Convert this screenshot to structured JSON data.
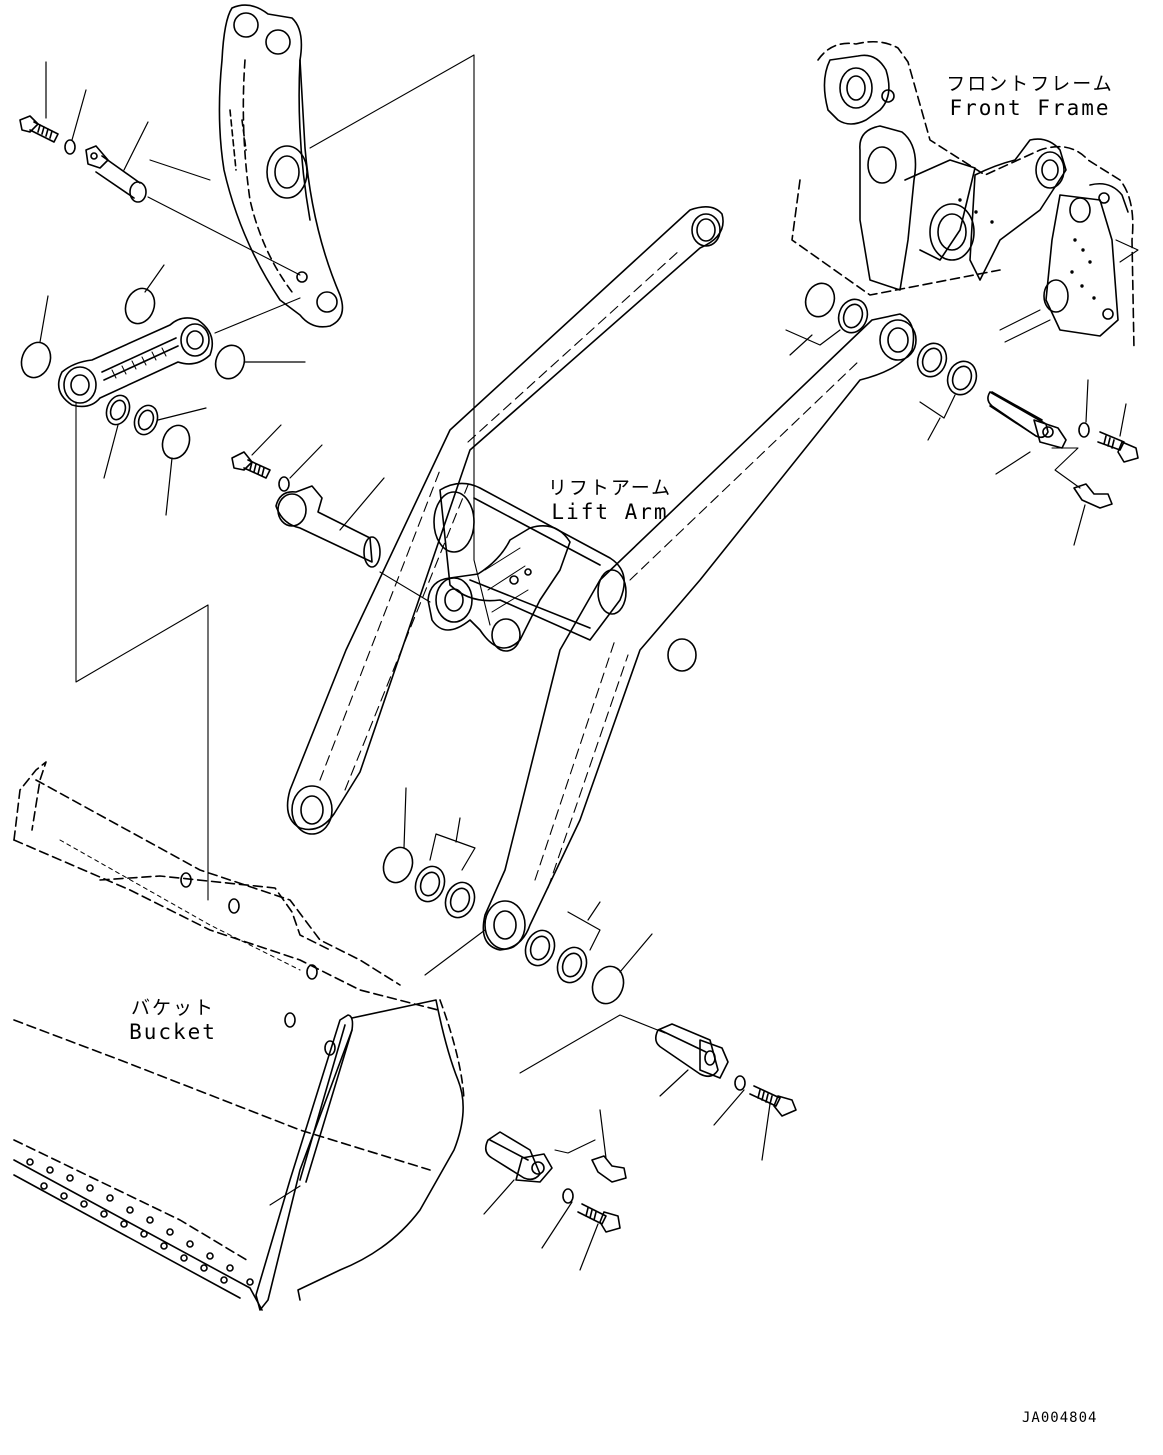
{
  "labels": {
    "front_frame": {
      "jp": "フロントフレーム",
      "en": "Front Frame"
    },
    "lift_arm": {
      "jp": "リフトアーム",
      "en": "Lift Arm"
    },
    "bucket": {
      "jp": "バケット",
      "en": "Bucket"
    }
  },
  "drawing_code": "JA004804",
  "colors": {
    "line": "#000000",
    "background": "#ffffff"
  }
}
